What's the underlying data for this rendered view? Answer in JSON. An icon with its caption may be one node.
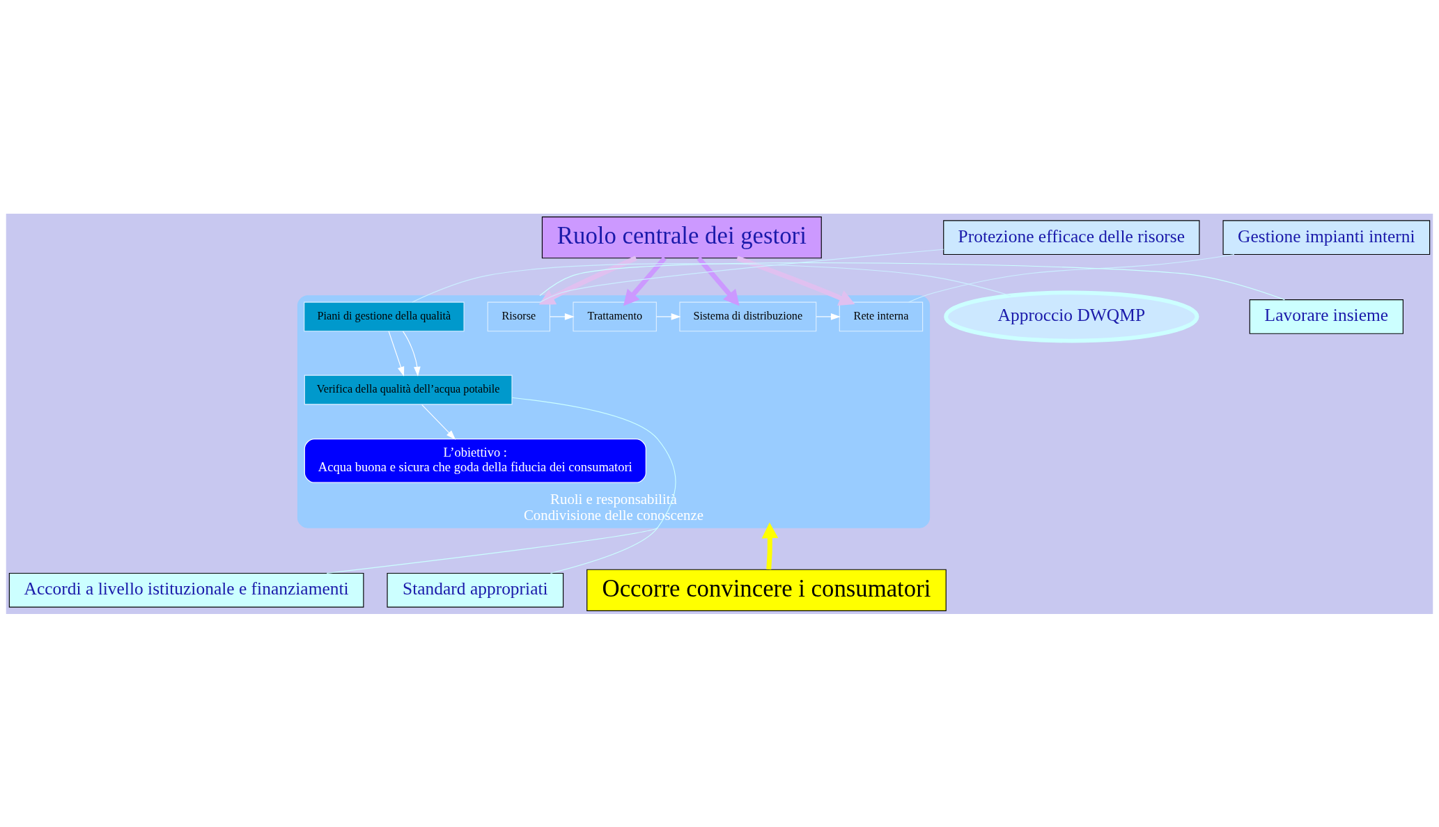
{
  "diagram": {
    "nodes": [
      {
        "text": [
          "Ruolo centrale dei gestori"
        ]
      },
      {
        "text": [
          "Ruoli e responsabilità",
          "Condivisione delle conoscenze"
        ]
      },
      {
        "text": [
          "Risorse"
        ],
        "in": 1
      },
      {
        "text": [
          "Trattamento"
        ],
        "in": 1
      },
      {
        "text": [
          "Sistema di distribuzione"
        ],
        "in": 1
      },
      {
        "text": [
          "Rete interna"
        ],
        "in": 1
      },
      {
        "text": [
          "Piani di gestione della qualità"
        ],
        "in": 1
      },
      {
        "text": [
          "Verifica della qualità dell’acqua potabile"
        ],
        "in": 1
      },
      {
        "text": [
          "L’obiettivo :",
          "Acqua buona e sicura che goda della fiducia dei consumatori"
        ],
        "in": 1
      },
      {
        "text": [
          "Protezione efficace delle risorse"
        ]
      },
      {
        "text": [
          "Approccio DWQMP"
        ]
      },
      {
        "text": [
          "Gestione impianti interni"
        ]
      },
      {
        "text": [
          "Lavorare insieme"
        ]
      },
      {
        "text": [
          "Accordi a livello istituzionale e finanziamenti"
        ]
      },
      {
        "text": [
          "Standard appropriati"
        ]
      },
      {
        "text": [
          "Occorre convincere i consumatori"
        ]
      }
    ],
    "edges": [
      {
        "from": 0,
        "to": 2,
        "arrow": "to",
        "style": "thick",
        "color": "#e0c0f0"
      },
      {
        "from": 0,
        "to": 3,
        "arrow": "to",
        "style": "thick",
        "color": "#cc99ff"
      },
      {
        "from": 0,
        "to": 4,
        "arrow": "to",
        "style": "thick",
        "color": "#cc99ff"
      },
      {
        "from": 0,
        "to": 5,
        "arrow": "to",
        "style": "thick",
        "color": "#e0c0f0"
      },
      {
        "from": 2,
        "to": 3,
        "arrow": "to"
      },
      {
        "from": 3,
        "to": 4,
        "arrow": "to"
      },
      {
        "from": 4,
        "to": 5,
        "arrow": "to"
      },
      {
        "from": 6,
        "to": 7,
        "arrow": "to"
      },
      {
        "from": 6,
        "to": 7,
        "arrow": "to"
      },
      {
        "from": 7,
        "to": 8,
        "arrow": "to"
      },
      {
        "from": 9,
        "to": 2,
        "arrow": "none",
        "color": "#cceeff"
      },
      {
        "from": 10,
        "to": 6,
        "arrow": "none",
        "color": "#cceeff"
      },
      {
        "from": 11,
        "to": 5,
        "arrow": "none",
        "color": "#cceeff"
      },
      {
        "from": 12,
        "to": 1,
        "arrow": "none",
        "color": "#ccffff"
      },
      {
        "from": 13,
        "to": 1,
        "arrow": "none",
        "color": "#ccffff"
      },
      {
        "from": 14,
        "to": 7,
        "arrow": "none",
        "color": "#ccffff"
      },
      {
        "from": 15,
        "to": 1,
        "arrow": "to",
        "style": "thick",
        "color": "#ffff00"
      }
    ]
  }
}
